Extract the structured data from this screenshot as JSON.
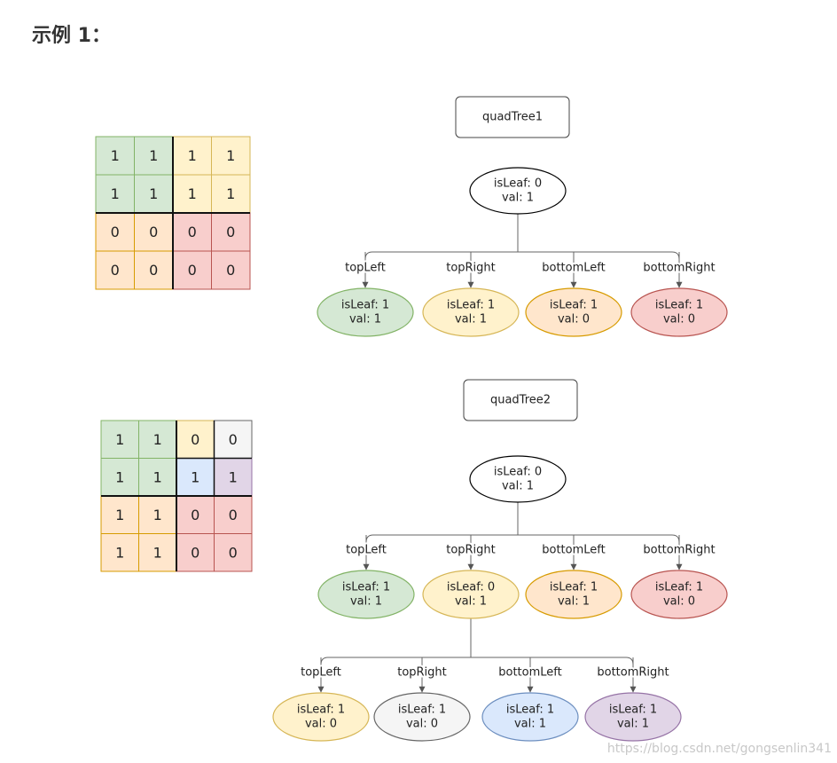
{
  "title": "示例 1：",
  "watermark": "https://blog.csdn.net/gongsenlin341",
  "colors": {
    "green": "#d5e8d4",
    "green_stroke": "#82b366",
    "yellow": "#fff2cc",
    "yellow_stroke": "#d6b656",
    "orange": "#ffe6cc",
    "orange_stroke": "#d79b00",
    "red": "#f8cecc",
    "red_stroke": "#b85450",
    "blue": "#dae8fc",
    "blue_stroke": "#6c8ebf",
    "purple": "#e1d5e7",
    "purple_stroke": "#9673a6",
    "gray": "#f5f5f5",
    "gray_stroke": "#666666",
    "white": "#ffffff",
    "white_stroke": "#000000"
  },
  "grids": [
    {
      "name": "grid1",
      "values": [
        [
          "1",
          "1",
          "1",
          "1"
        ],
        [
          "1",
          "1",
          "1",
          "1"
        ],
        [
          "0",
          "0",
          "0",
          "0"
        ],
        [
          "0",
          "0",
          "0",
          "0"
        ]
      ],
      "fills": [
        [
          "green",
          "green",
          "yellow",
          "yellow"
        ],
        [
          "green",
          "green",
          "yellow",
          "yellow"
        ],
        [
          "orange",
          "orange",
          "red",
          "red"
        ],
        [
          "orange",
          "orange",
          "red",
          "red"
        ]
      ]
    },
    {
      "name": "grid2",
      "values": [
        [
          "1",
          "1",
          "0",
          "0"
        ],
        [
          "1",
          "1",
          "1",
          "1"
        ],
        [
          "1",
          "1",
          "0",
          "0"
        ],
        [
          "1",
          "1",
          "0",
          "0"
        ]
      ],
      "fills": [
        [
          "green",
          "green",
          "yellow",
          "gray"
        ],
        [
          "green",
          "green",
          "blue",
          "purple"
        ],
        [
          "orange",
          "orange",
          "red",
          "red"
        ],
        [
          "orange",
          "orange",
          "red",
          "red"
        ]
      ]
    }
  ],
  "trees": [
    {
      "label": "quadTree1",
      "root": {
        "line1": "isLeaf: 0",
        "line2": "val: 1"
      },
      "edge_labels": [
        "topLeft",
        "topRight",
        "bottomLeft",
        "bottomRight"
      ],
      "children": [
        {
          "line1": "isLeaf: 1",
          "line2": "val: 1",
          "color": "green"
        },
        {
          "line1": "isLeaf: 1",
          "line2": "val: 1",
          "color": "yellow"
        },
        {
          "line1": "isLeaf: 1",
          "line2": "val: 0",
          "color": "orange"
        },
        {
          "line1": "isLeaf: 1",
          "line2": "val: 0",
          "color": "red"
        }
      ]
    },
    {
      "label": "quadTree2",
      "root": {
        "line1": "isLeaf: 0",
        "line2": "val: 1"
      },
      "edge_labels": [
        "topLeft",
        "topRight",
        "bottomLeft",
        "bottomRight"
      ],
      "children": [
        {
          "line1": "isLeaf: 1",
          "line2": "val: 1",
          "color": "green"
        },
        {
          "line1": "isLeaf: 0",
          "line2": "val: 1",
          "color": "yellow"
        },
        {
          "line1": "isLeaf: 1",
          "line2": "val: 1",
          "color": "orange"
        },
        {
          "line1": "isLeaf: 1",
          "line2": "val: 0",
          "color": "red"
        }
      ],
      "sub_edge_labels": [
        "topLeft",
        "topRight",
        "bottomLeft",
        "bottomRight"
      ],
      "sub_children": [
        {
          "line1": "isLeaf: 1",
          "line2": "val: 0",
          "color": "yellow"
        },
        {
          "line1": "isLeaf: 1",
          "line2": "val: 0",
          "color": "gray"
        },
        {
          "line1": "isLeaf: 1",
          "line2": "val: 1",
          "color": "blue"
        },
        {
          "line1": "isLeaf: 1",
          "line2": "val: 1",
          "color": "purple"
        }
      ]
    }
  ]
}
